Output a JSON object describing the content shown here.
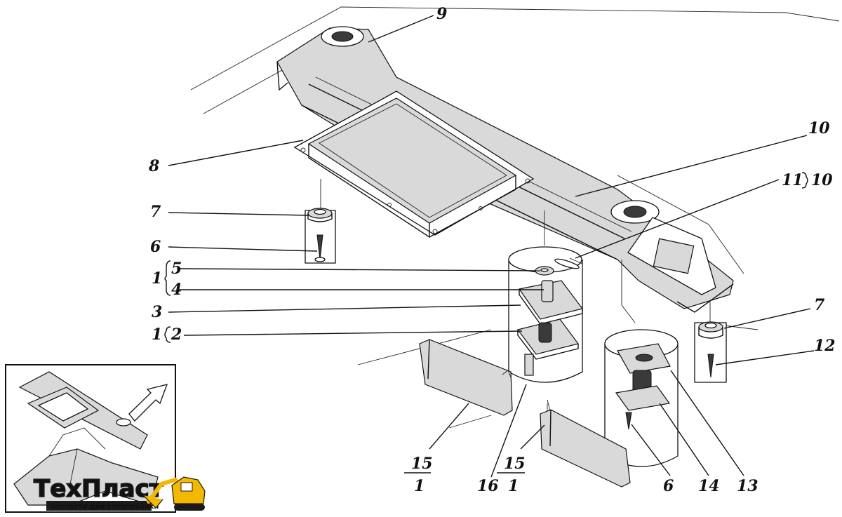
{
  "callouts": {
    "c1a": "1",
    "c2": "2",
    "c3": "3",
    "c4": "4",
    "c5": "5",
    "c1b": "1",
    "c6a": "6",
    "c7a": "7",
    "c8": "8",
    "c9": "9",
    "c10a": "10",
    "c11": "11",
    "c10b": "10",
    "c7b": "7",
    "c12": "12",
    "c13": "13",
    "c14": "14",
    "c6b": "6",
    "c16": "16",
    "frac1_num": "15",
    "frac1_den": "1",
    "frac2_num": "15",
    "frac2_den": "1"
  },
  "watermark": {
    "brand_name": "ТехПласт",
    "tagline": "запчасти для спецтехники",
    "brand_color": "#f3b800"
  }
}
